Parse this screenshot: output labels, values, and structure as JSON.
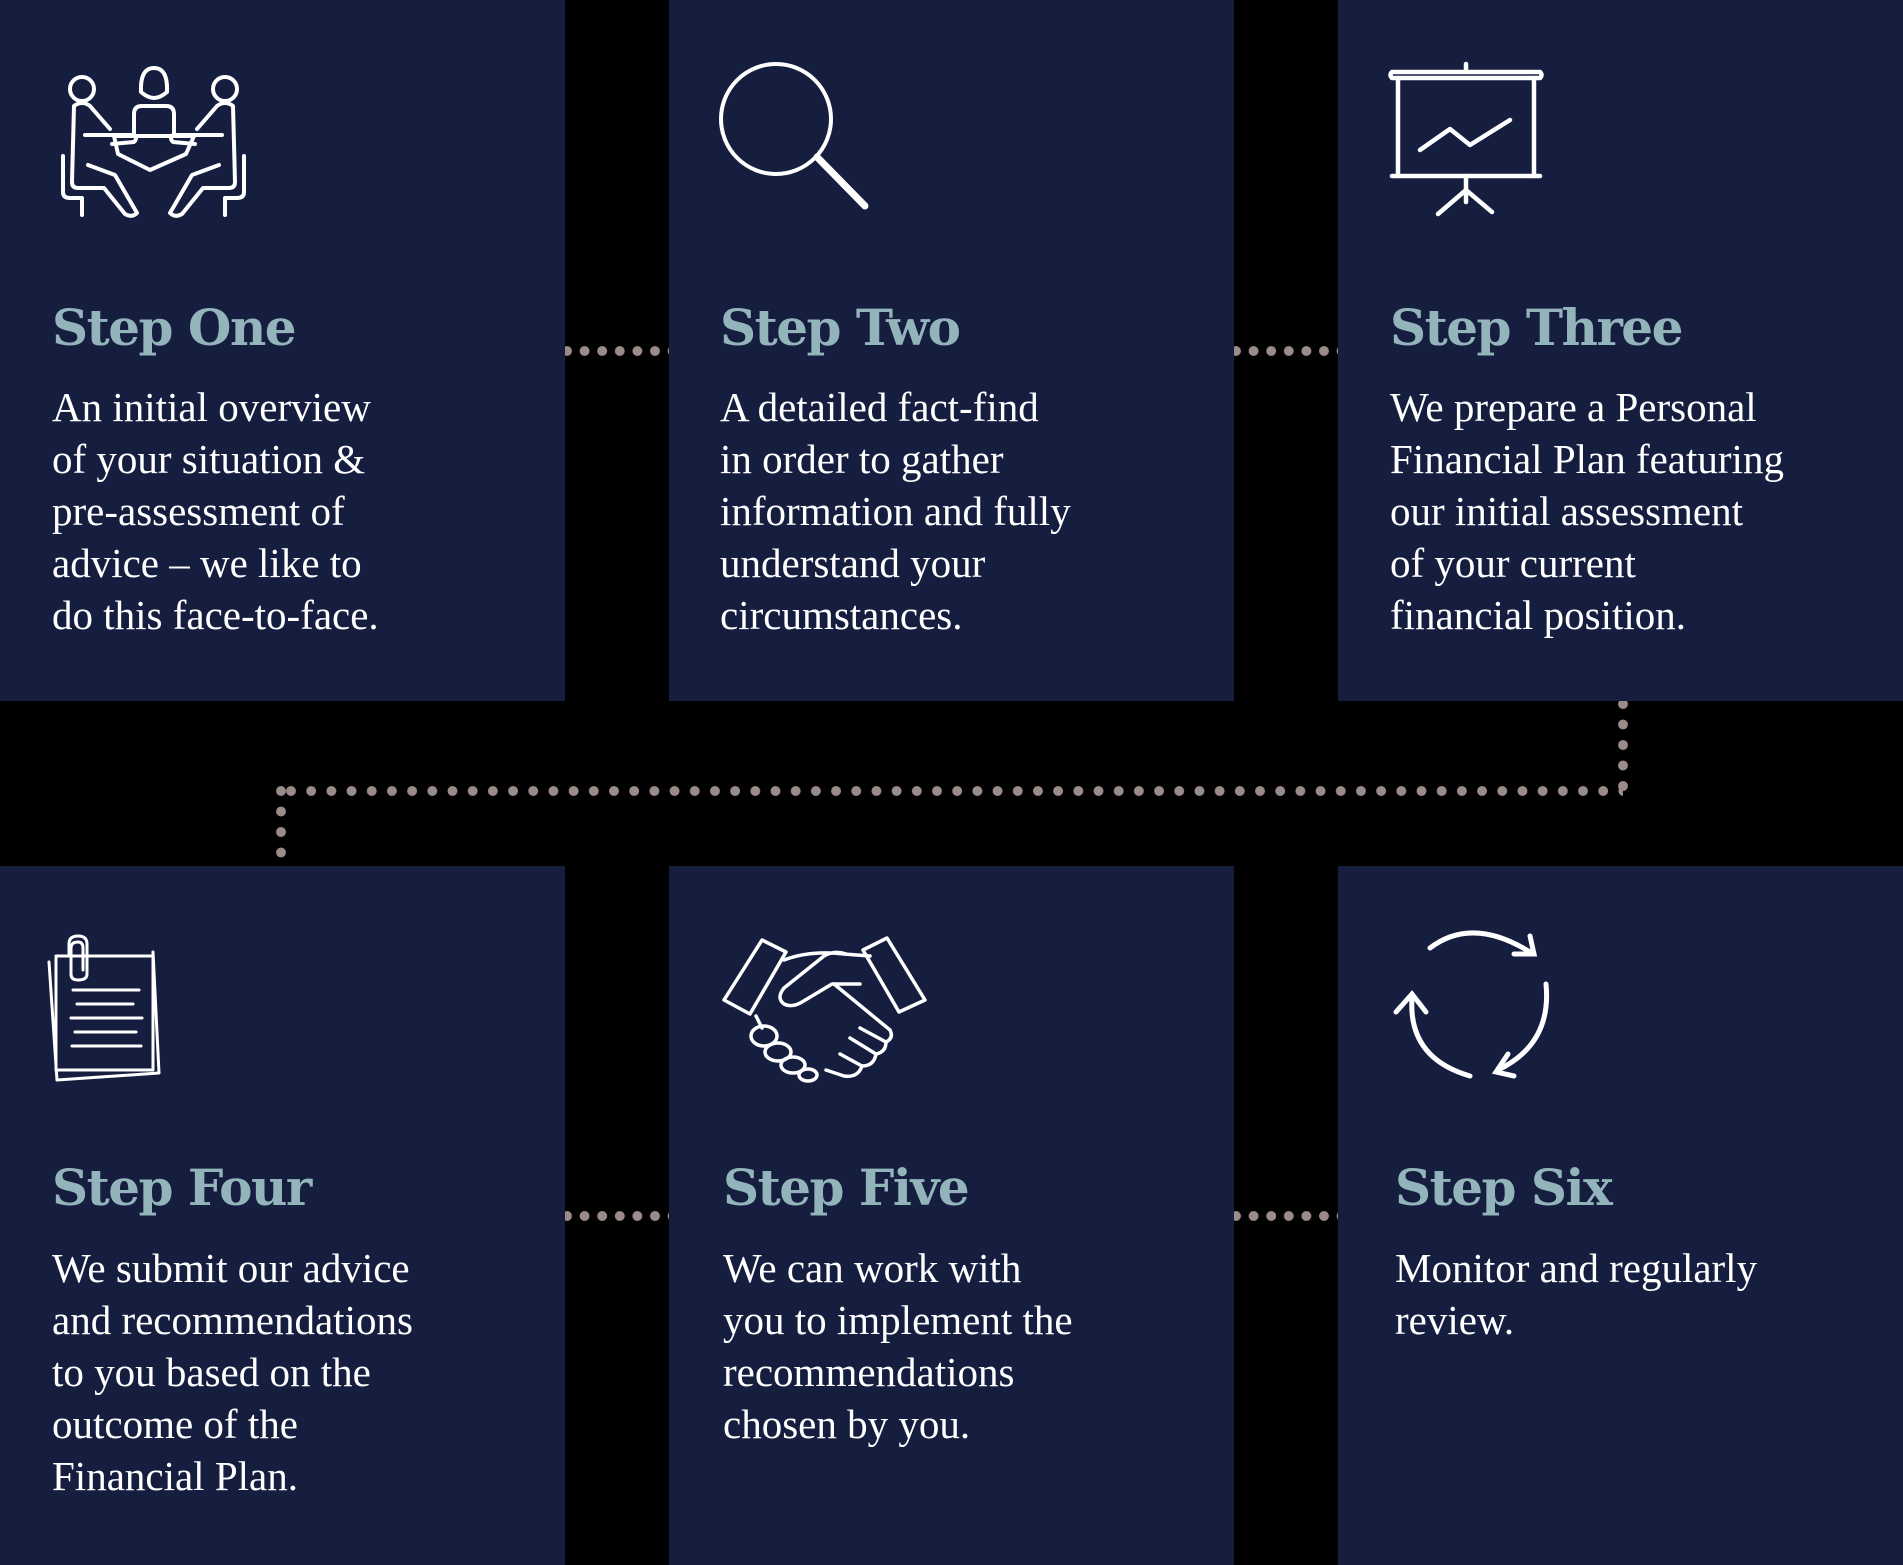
{
  "colors": {
    "panel_bg": "#161e40",
    "gap_bg": "#000000",
    "heading": "#93b4ba",
    "body_text": "#ffffff",
    "connector_dots": "#9a8c88",
    "icon_stroke": "#ffffff"
  },
  "steps": [
    {
      "icon": "meeting-icon",
      "title": "Step One",
      "lines": [
        "An initial overview",
        "of your situation &",
        "pre-assessment of",
        "advice – we like to",
        "do this face-to-face."
      ]
    },
    {
      "icon": "magnifying-glass-icon",
      "title": "Step Two",
      "lines": [
        "A detailed fact-find",
        "in order to gather",
        "information and fully",
        "understand your",
        "circumstances."
      ]
    },
    {
      "icon": "presentation-chart-icon",
      "title": "Step Three",
      "lines": [
        "We prepare a Personal",
        "Financial Plan featuring",
        "our initial assessment",
        "of your current",
        "financial position."
      ]
    },
    {
      "icon": "documents-paperclip-icon",
      "title": "Step Four",
      "lines": [
        "We submit our advice",
        "and recommendations",
        "to you based on the",
        "outcome of the",
        "Financial Plan."
      ]
    },
    {
      "icon": "handshake-icon",
      "title": "Step Five",
      "lines": [
        "We can work with",
        "you to implement the",
        "recommendations",
        "chosen by you."
      ]
    },
    {
      "icon": "cycle-arrows-icon",
      "title": "Step Six",
      "lines": [
        "Monitor and regularly",
        "review."
      ]
    }
  ]
}
